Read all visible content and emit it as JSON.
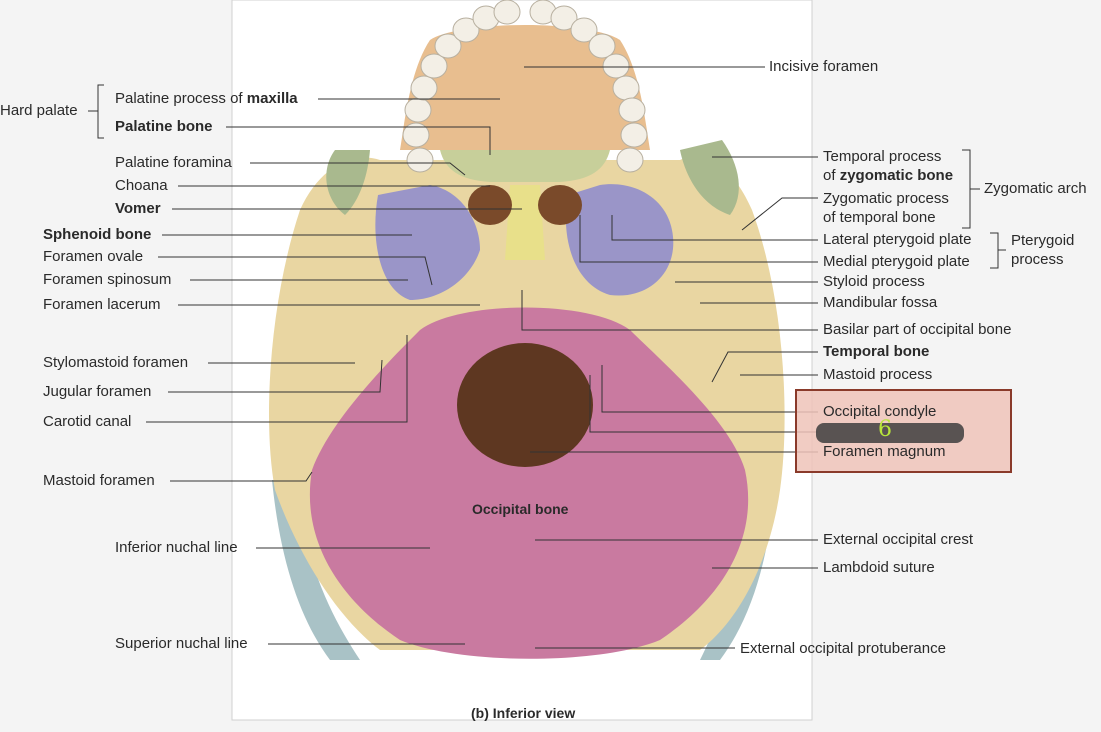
{
  "colors": {
    "occipital": "#c97aa0",
    "temporal": "#e9d6a2",
    "sphenoid": "#9a95c8",
    "zygomatic": "#a9b98e",
    "palatine": "#c7cf9a",
    "maxilla": "#e8be8f",
    "vomer": "#e8e08a",
    "parietal_edge": "#a9c2c6",
    "teeth": "#f3efe6",
    "foramen_magnum": "#5e3721",
    "highlight_box": "#eec3b8",
    "highlight_border": "#8a3a2a",
    "handwriting": "#b9e63a"
  },
  "caption": "(b) Inferior view",
  "region_label": "Occipital bone",
  "left_labels": {
    "hard_palate": "Hard palate",
    "palatine_process_prefix": "Palatine process of ",
    "palatine_process_bold": "maxilla",
    "palatine_bone": "Palatine bone",
    "palatine_foramina": "Palatine foramina",
    "choana": "Choana",
    "vomer": "Vomer",
    "sphenoid_bone": "Sphenoid bone",
    "foramen_ovale": "Foramen ovale",
    "foramen_spinosum": "Foramen spinosum",
    "foramen_lacerum": "Foramen lacerum",
    "stylomastoid_foramen": "Stylomastoid foramen",
    "jugular_foramen": "Jugular foramen",
    "carotid_canal": "Carotid canal",
    "mastoid_foramen": "Mastoid foramen",
    "inferior_nuchal_line": "Inferior nuchal line",
    "superior_nuchal_line": "Superior nuchal line"
  },
  "right_labels": {
    "incisive_foramen": "Incisive foramen",
    "temporal_process_1": "Temporal process",
    "temporal_process_2_prefix": "of ",
    "temporal_process_2_bold": "zygomatic bone",
    "zygomatic_process_1": "Zygomatic process",
    "zygomatic_process_2": "of temporal bone",
    "zygomatic_arch": "Zygomatic arch",
    "lateral_pterygoid_plate": "Lateral pterygoid plate",
    "medial_pterygoid_plate": "Medial pterygoid plate",
    "pterygoid_process_1": "Pterygoid",
    "pterygoid_process_2": "process",
    "styloid_process": "Styloid process",
    "mandibular_fossa": "Mandibular fossa",
    "basilar_part": "Basilar part of occipital bone",
    "temporal_bone": "Temporal bone",
    "mastoid_process": "Mastoid process",
    "occipital_condyle": "Occipital condyle",
    "handwritten_note": "6",
    "foramen_magnum": "Foramen magnum",
    "external_occipital_crest": "External occipital crest",
    "lambdoid_suture": "Lambdoid suture",
    "external_occipital_protuberance": "External occipital protuberance"
  }
}
